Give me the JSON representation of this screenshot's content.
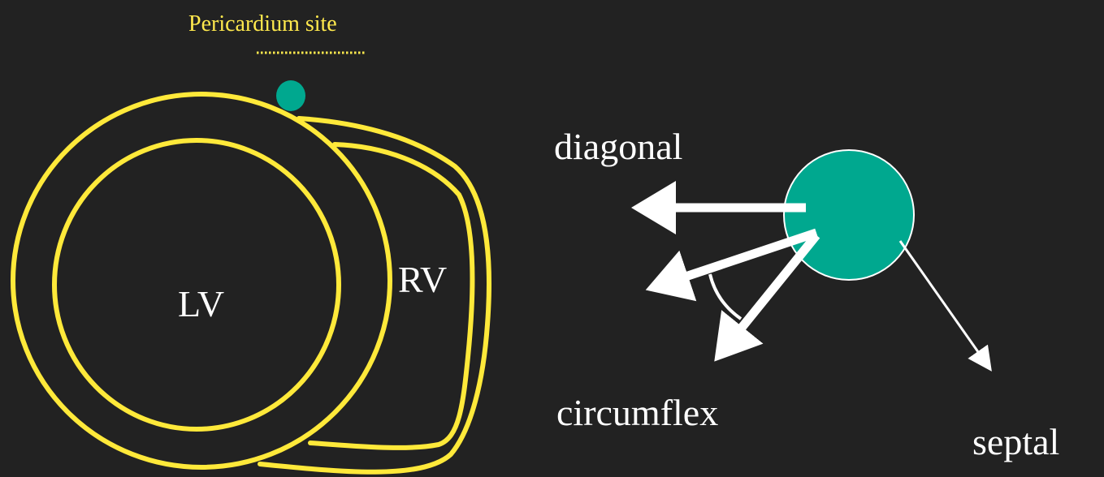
{
  "labels": {
    "pericardium_site": "Pericardium site",
    "lv": "LV",
    "rv": "RV",
    "diagonal": "diagonal",
    "circumflex": "circumflex",
    "septal": "septal"
  },
  "colors": {
    "background": "#222222",
    "wall": "#ffe93a",
    "catheter": "#00a88f",
    "arrow": "#ffffff",
    "site_text": "#ffe94d"
  }
}
